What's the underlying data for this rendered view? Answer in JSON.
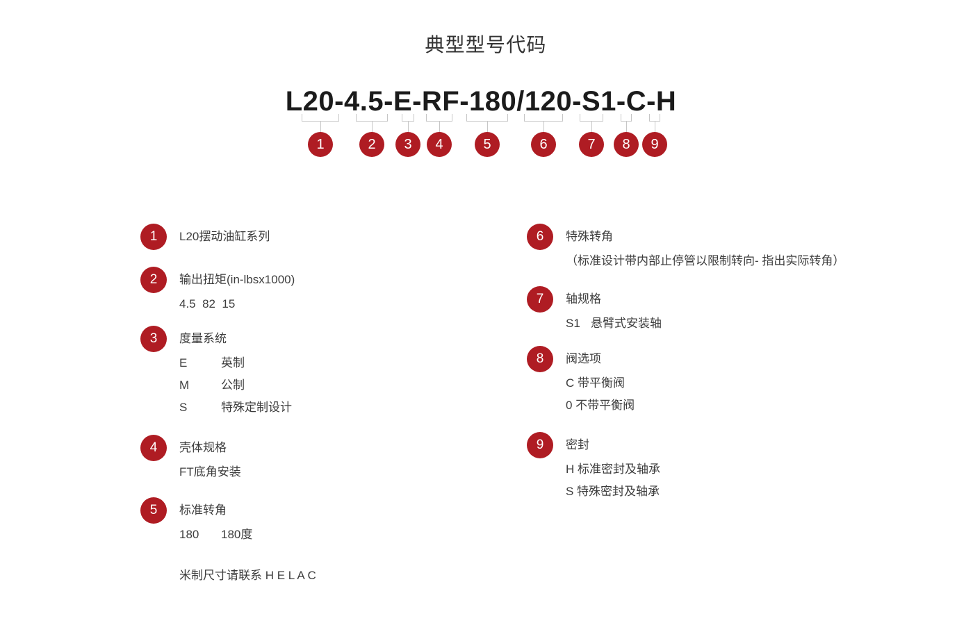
{
  "page": {
    "title": "典型型号代码",
    "model_code": "L20-4.5-E-RF-180/120-S1-C-H"
  },
  "colors": {
    "accent_red": "#AF1C23",
    "bracket_gray": "#C6C6C6",
    "text_dark": "#3D3D3D",
    "code_black": "#1B1B1B"
  },
  "diagram": {
    "markers": [
      {
        "number": "1",
        "segment": "L20"
      },
      {
        "number": "2",
        "segment": "4.5"
      },
      {
        "number": "3",
        "segment": "E"
      },
      {
        "number": "4",
        "segment": "RF"
      },
      {
        "number": "5",
        "segment": "180"
      },
      {
        "number": "6",
        "segment": "120"
      },
      {
        "number": "7",
        "segment": "S1"
      },
      {
        "number": "8",
        "segment": "C"
      },
      {
        "number": "9",
        "segment": "H"
      }
    ]
  },
  "legend": {
    "left": [
      {
        "number": "1",
        "title": "L20摆动油缸系列",
        "lines": []
      },
      {
        "number": "2",
        "title": "输出扭矩(in-lbsx1000)",
        "lines": [
          {
            "label": "4.5  82  15"
          }
        ]
      },
      {
        "number": "3",
        "title": "度量系统",
        "lines": [
          {
            "code": "E",
            "label": "英制"
          },
          {
            "code": "M",
            "label": "公制"
          },
          {
            "code": "S",
            "label": "特殊定制设计"
          }
        ]
      },
      {
        "number": "4",
        "title": "壳体规格",
        "lines": [
          {
            "label": "FT底角安装"
          }
        ]
      },
      {
        "number": "5",
        "title": "标准转角",
        "lines": [
          {
            "code": "180",
            "label": "180度"
          }
        ]
      }
    ],
    "right": [
      {
        "number": "6",
        "title": "特殊转角",
        "lines": [
          {
            "label": "（标准设计带内部止停管以限制转向- 指出实际转角）"
          }
        ]
      },
      {
        "number": "7",
        "title": "轴规格",
        "lines": [
          {
            "code": "S1",
            "label": "悬臂式安装轴"
          }
        ]
      },
      {
        "number": "8",
        "title": "阀选项",
        "lines": [
          {
            "label": "C 带平衡阀"
          },
          {
            "label": "0 不带平衡阀"
          }
        ]
      },
      {
        "number": "9",
        "title": "密封",
        "lines": [
          {
            "label": "H 标准密封及轴承"
          },
          {
            "label": "S 特殊密封及轴承"
          }
        ]
      }
    ],
    "note": "米制尺寸请联系 H E L A C"
  }
}
